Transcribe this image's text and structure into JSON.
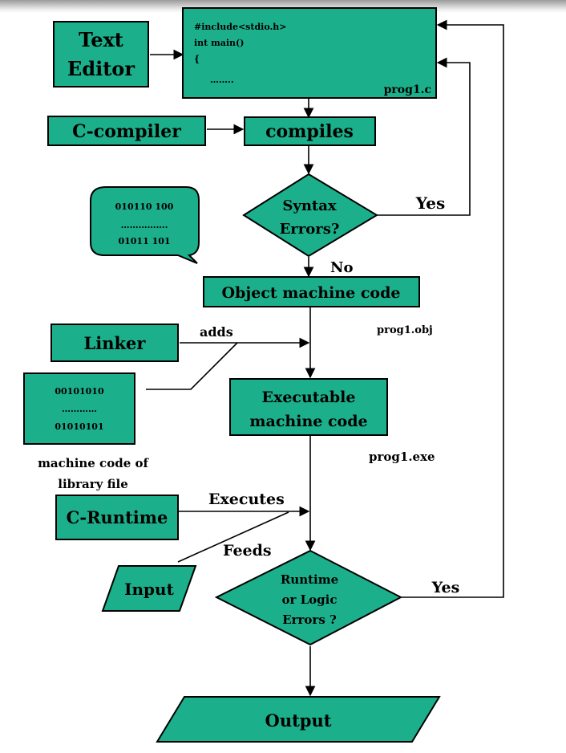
{
  "nodes": {
    "text_editor": {
      "line1": "Text",
      "line2": "Editor"
    },
    "source_code": {
      "line1": "#include<stdio.h>",
      "line2": "int main()",
      "line3": "{",
      "line4": "……..",
      "file": "prog1.c"
    },
    "c_compiler": "C-compiler",
    "compiles": "compiles",
    "syntax_errors": {
      "line1": "Syntax",
      "line2": "Errors?"
    },
    "binary_bubble": {
      "line1": "010110 100",
      "line2": "…………….",
      "line3": "01011 101"
    },
    "object_code": "Object machine code",
    "obj_file": "prog1.obj",
    "linker": "Linker",
    "library_box": {
      "line1": "00101010",
      "line2": "…………",
      "line3": "01010101"
    },
    "library_caption": {
      "line1": "machine code of",
      "line2": "library file"
    },
    "executable": {
      "line1": "Executable",
      "line2": "machine code"
    },
    "exe_file": "prog1.exe",
    "c_runtime": "C-Runtime",
    "input": "Input",
    "runtime_errors": {
      "line1": "Runtime",
      "line2": "or Logic",
      "line3": "Errors ?"
    },
    "output": "Output"
  },
  "edge_labels": {
    "syntax_yes": "Yes",
    "syntax_no": "No",
    "adds": "adds",
    "executes": "Executes",
    "feeds": "Feeds",
    "runtime_yes": "Yes"
  },
  "colors": {
    "node_fill": "#1bb08b",
    "stroke": "#000000"
  }
}
